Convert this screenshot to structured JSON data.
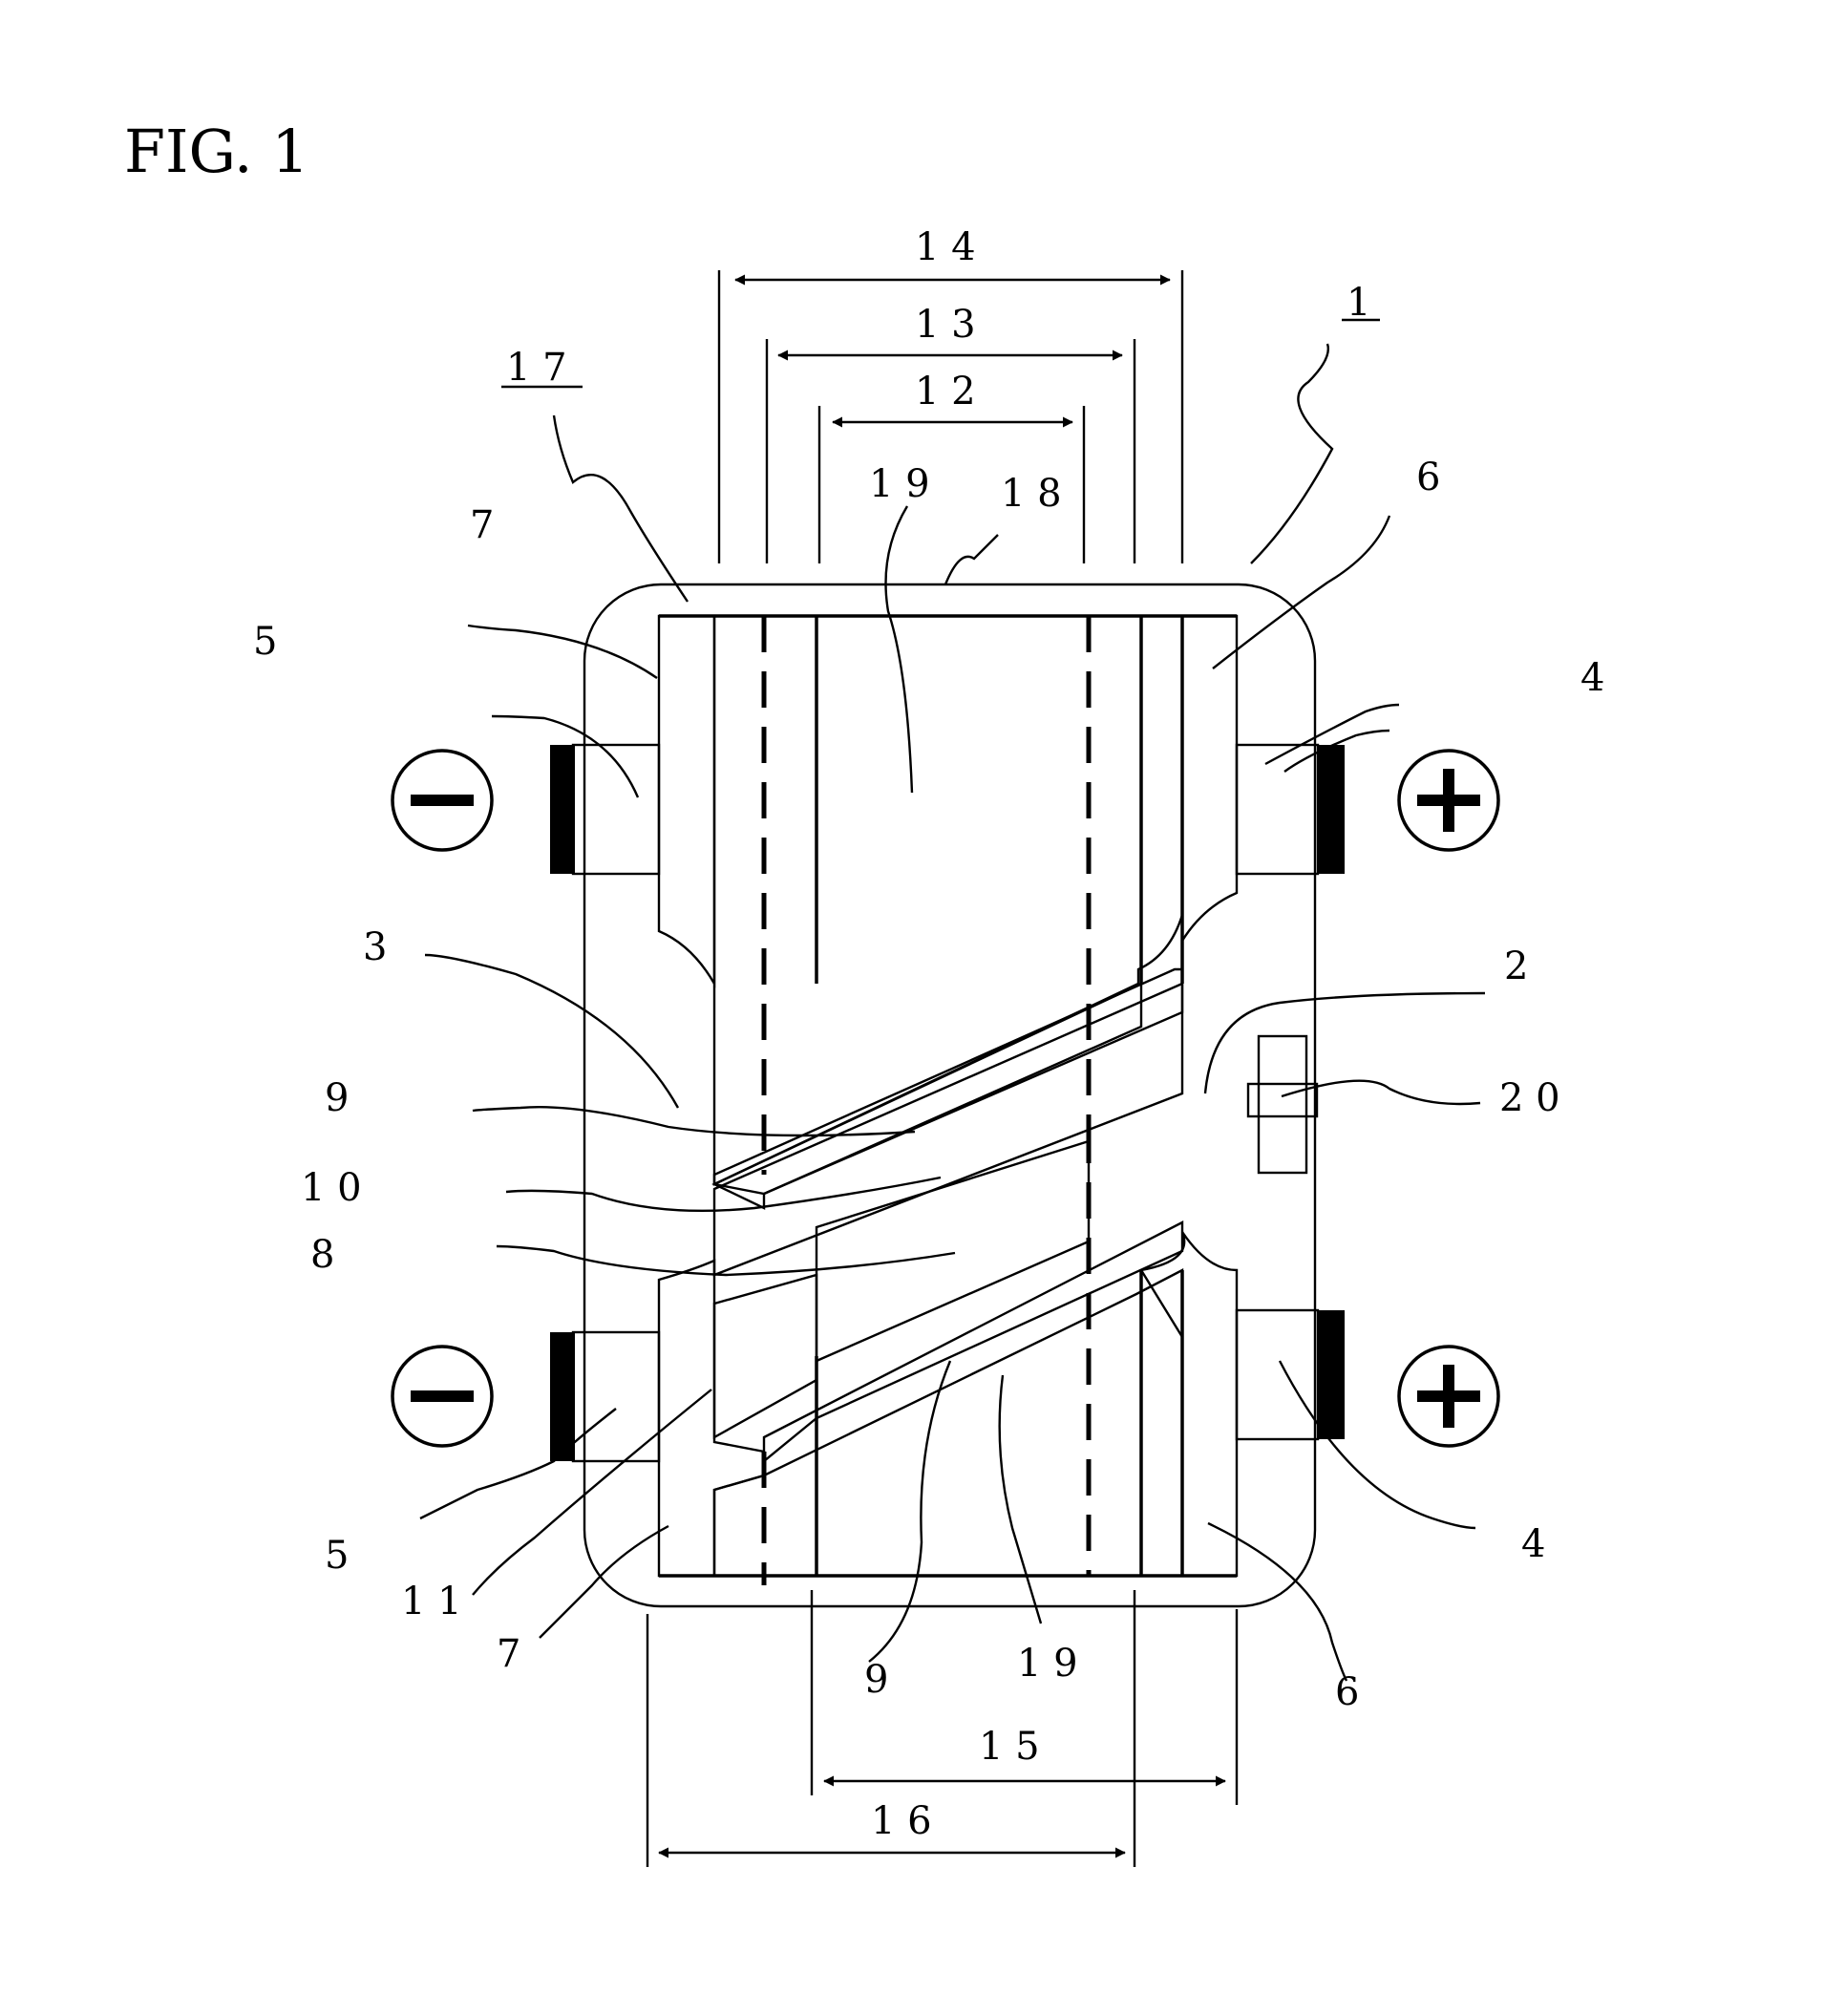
{
  "figure": {
    "title": "FIG. 1"
  },
  "labels": {
    "l1": "1",
    "l2": "2",
    "l3": "3",
    "l4_top": "4",
    "l4_bottom": "4",
    "l5_top": "5",
    "l5_bottom": "5",
    "l6_top": "6",
    "l6_bottom": "6",
    "l7_top": "7",
    "l7_bottom": "7",
    "l8": "8",
    "l9_left": "9",
    "l9_bottom": "9",
    "l10": "1 0",
    "l11": "1 1",
    "l12": "1 2",
    "l13": "1 3",
    "l14": "1 4",
    "l15": "1 5",
    "l16": "1 6",
    "l17": "1 7",
    "l18": "1 8",
    "l19_top": "1 9",
    "l19_bottom": "1 9",
    "l20": "2 0"
  },
  "terminals": {
    "negative_symbol": "minus",
    "positive_symbol": "plus"
  }
}
